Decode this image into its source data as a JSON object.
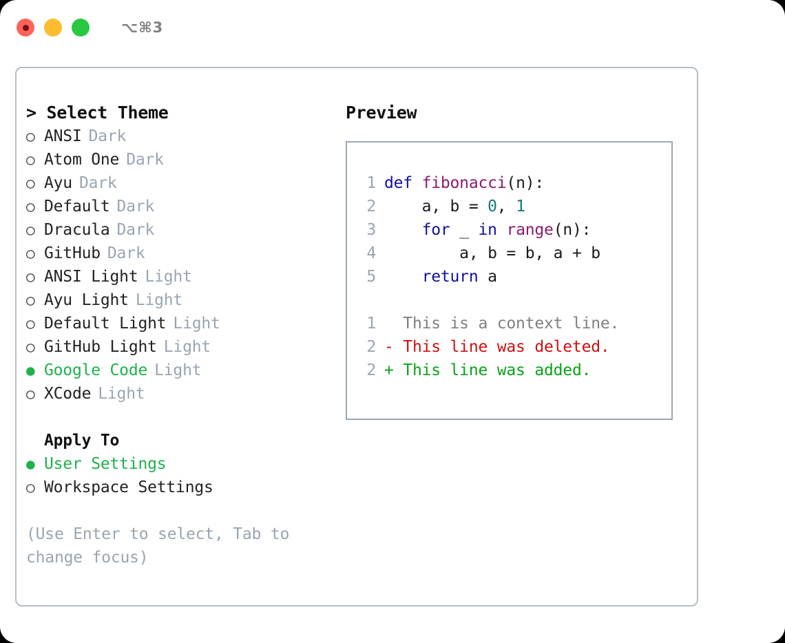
{
  "window": {
    "traffic_lights": [
      "close-red",
      "minimize-yellow",
      "maximize-green"
    ],
    "shortcut_label": "⌥⌘3"
  },
  "theme_picker": {
    "header": "> Select Theme",
    "options": [
      {
        "bullet": "○",
        "label": "ANSI",
        "tag": "Dark",
        "selected": false
      },
      {
        "bullet": "○",
        "label": "Atom One",
        "tag": "Dark",
        "selected": false
      },
      {
        "bullet": "○",
        "label": "Ayu",
        "tag": "Dark",
        "selected": false
      },
      {
        "bullet": "○",
        "label": "Default",
        "tag": "Dark",
        "selected": false
      },
      {
        "bullet": "○",
        "label": "Dracula",
        "tag": "Dark",
        "selected": false
      },
      {
        "bullet": "○",
        "label": "GitHub",
        "tag": "Dark",
        "selected": false
      },
      {
        "bullet": "○",
        "label": "ANSI Light",
        "tag": "Light",
        "selected": false
      },
      {
        "bullet": "○",
        "label": "Ayu Light",
        "tag": "Light",
        "selected": false
      },
      {
        "bullet": "○",
        "label": "Default Light",
        "tag": "Light",
        "selected": false
      },
      {
        "bullet": "○",
        "label": "GitHub Light",
        "tag": "Light",
        "selected": false
      },
      {
        "bullet": "●",
        "label": "Google Code",
        "tag": "Light",
        "selected": true
      },
      {
        "bullet": "○",
        "label": "XCode",
        "tag": "Light",
        "selected": false
      }
    ]
  },
  "apply_to": {
    "title": "Apply To",
    "options": [
      {
        "bullet": "●",
        "label": "User Settings",
        "selected": true
      },
      {
        "bullet": "○",
        "label": "Workspace Settings",
        "selected": false
      }
    ]
  },
  "hint": "(Use Enter to select, Tab to change focus)",
  "preview": {
    "title": "Preview",
    "code_lines": [
      {
        "no": "1",
        "tokens": [
          {
            "t": "def ",
            "c": "tok-kw"
          },
          {
            "t": "fibonacci",
            "c": "tok-fn"
          },
          {
            "t": "(n):",
            "c": "tok-plain"
          }
        ]
      },
      {
        "no": "2",
        "tokens": [
          {
            "t": "    a, b = ",
            "c": "tok-plain"
          },
          {
            "t": "0",
            "c": "tok-num"
          },
          {
            "t": ", ",
            "c": "tok-plain"
          },
          {
            "t": "1",
            "c": "tok-num"
          }
        ]
      },
      {
        "no": "3",
        "tokens": [
          {
            "t": "    ",
            "c": "tok-plain"
          },
          {
            "t": "for",
            "c": "tok-kw"
          },
          {
            "t": " _ ",
            "c": "tok-plain"
          },
          {
            "t": "in",
            "c": "tok-kw"
          },
          {
            "t": " ",
            "c": "tok-plain"
          },
          {
            "t": "range",
            "c": "tok-fn"
          },
          {
            "t": "(n):",
            "c": "tok-plain"
          }
        ]
      },
      {
        "no": "4",
        "tokens": [
          {
            "t": "        a, b = b, a + b",
            "c": "tok-plain"
          }
        ]
      },
      {
        "no": "5",
        "tokens": [
          {
            "t": "    ",
            "c": "tok-plain"
          },
          {
            "t": "return",
            "c": "tok-kw"
          },
          {
            "t": " a",
            "c": "tok-plain"
          }
        ]
      }
    ],
    "diff_lines": [
      {
        "no": "1",
        "kind": "ctx",
        "text": "  This is a context line."
      },
      {
        "no": "2",
        "kind": "del",
        "text": "- This line was deleted."
      },
      {
        "no": "2",
        "kind": "add",
        "text": "+ This line was added."
      }
    ]
  },
  "colors": {
    "accent_green": "#1fb14c",
    "muted": "#9aa5b1",
    "border": "#b4bdc8",
    "preview_border": "#9aa7b4",
    "keyword": "#10109c",
    "function": "#8c1a6e",
    "number": "#117a72",
    "diff_add": "#0aa21a",
    "diff_del": "#cc1111",
    "traffic_red": "#ff6259",
    "traffic_yellow": "#febc2e",
    "traffic_green": "#28c840"
  }
}
